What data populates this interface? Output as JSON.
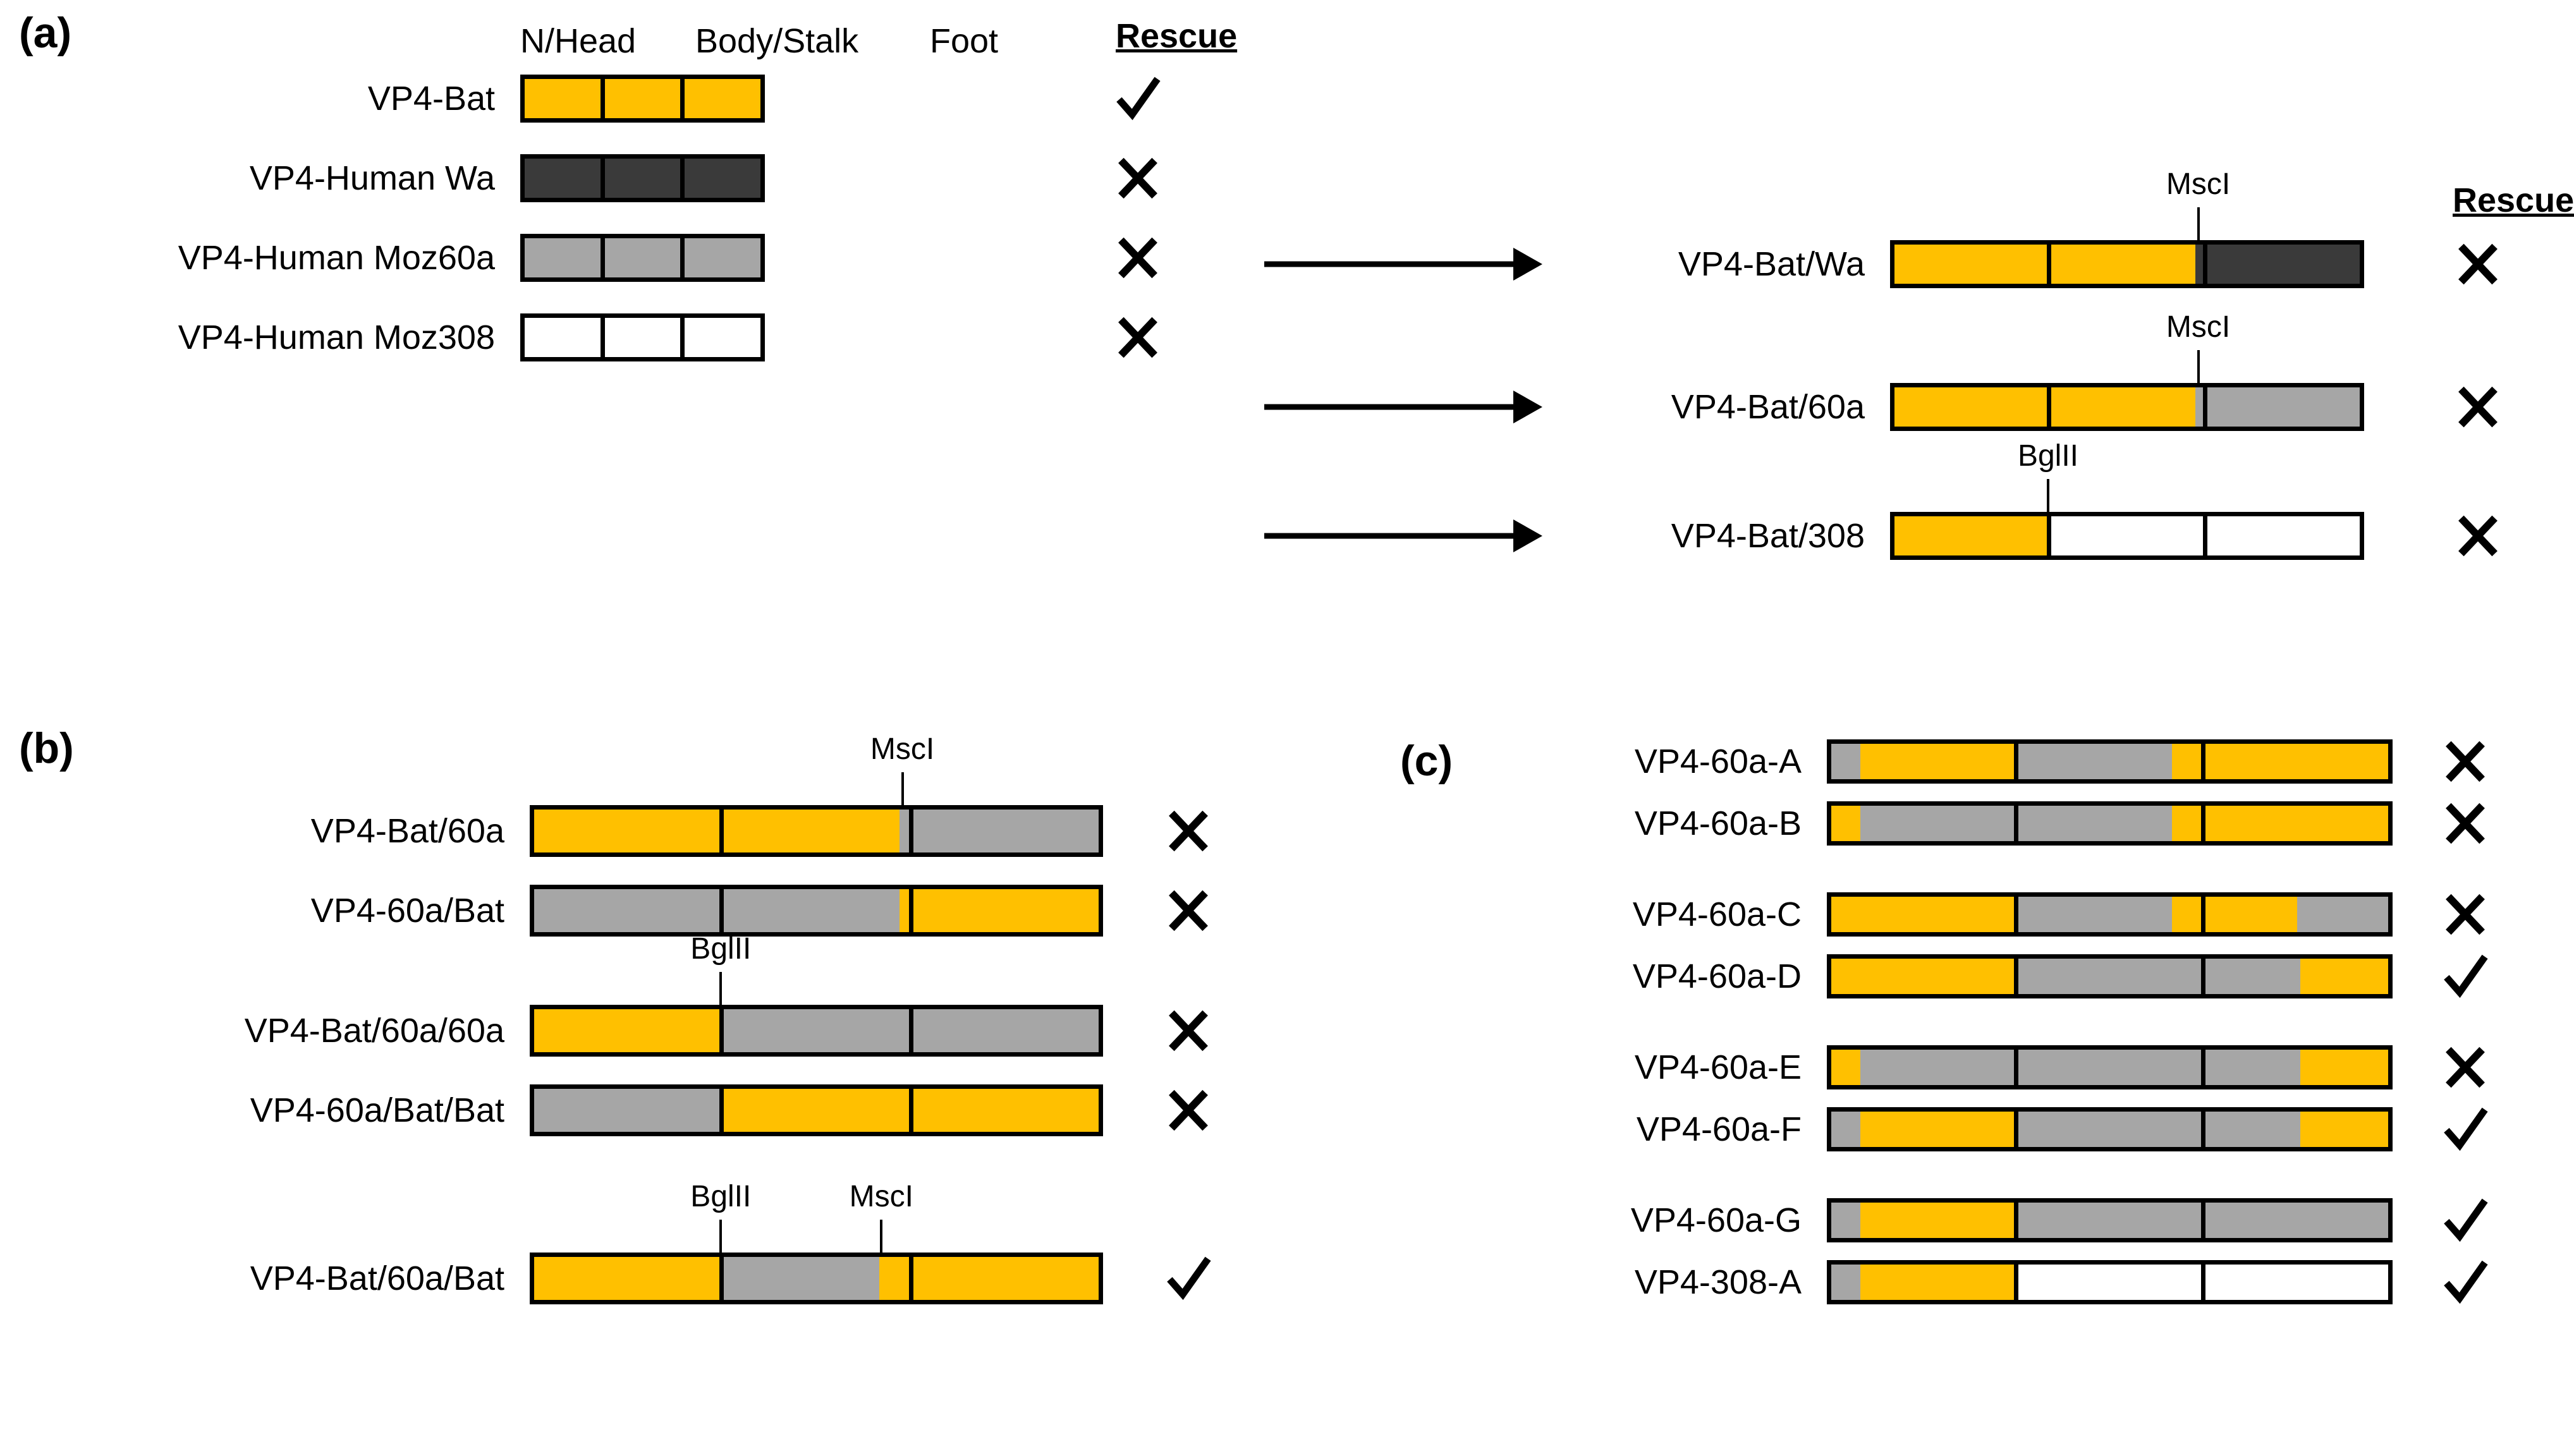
{
  "figure": {
    "colors": {
      "bat_yellow": "#FFC000",
      "human_wa_dark": "#3A3A3A",
      "moz60a_gray": "#A6A6A6",
      "moz308_white": "#FFFFFF",
      "outline": "#000000"
    },
    "marks": {
      "rescue_yes": "check-mark",
      "rescue_no": "cross-mark"
    }
  },
  "panel_a": {
    "letter": "(a)",
    "domain_headers": [
      "N/Head",
      "Body/Stalk",
      "Foot"
    ],
    "rescue_header_left": "Rescue",
    "rescue_header_right": "Rescue",
    "left_rows": [
      {
        "label": "VP4-Bat",
        "rescue": "✓",
        "segments": [
          [
            [
              "bat_yellow",
              100
            ]
          ],
          [
            [
              "bat_yellow",
              100
            ]
          ],
          [
            [
              "bat_yellow",
              100
            ]
          ]
        ]
      },
      {
        "label": "VP4-Human Wa",
        "rescue": "✕",
        "segments": [
          [
            [
              "human_wa_dark",
              100
            ]
          ],
          [
            [
              "human_wa_dark",
              100
            ]
          ],
          [
            [
              "human_wa_dark",
              100
            ]
          ]
        ]
      },
      {
        "label": "VP4-Human Moz60a",
        "rescue": "✕",
        "segments": [
          [
            [
              "moz60a_gray",
              100
            ]
          ],
          [
            [
              "moz60a_gray",
              100
            ]
          ],
          [
            [
              "moz60a_gray",
              100
            ]
          ]
        ]
      },
      {
        "label": "VP4-Human Moz308",
        "rescue": "✕",
        "segments": [
          [
            [
              "moz308_white",
              100
            ]
          ],
          [
            [
              "moz308_white",
              100
            ]
          ],
          [
            [
              "moz308_white",
              100
            ]
          ]
        ]
      }
    ],
    "right_rows": [
      {
        "label": "VP4-Bat/Wa",
        "rescue": "✕",
        "site": "MscI",
        "site_segment": 1,
        "site_pos_pct": 95,
        "segments": [
          [
            [
              "bat_yellow",
              100
            ]
          ],
          [
            [
              "bat_yellow",
              95
            ],
            [
              "human_wa_dark",
              5
            ]
          ],
          [
            [
              "human_wa_dark",
              100
            ]
          ]
        ]
      },
      {
        "label": "VP4-Bat/60a",
        "rescue": "✕",
        "site": "MscI",
        "site_segment": 1,
        "site_pos_pct": 95,
        "segments": [
          [
            [
              "bat_yellow",
              100
            ]
          ],
          [
            [
              "bat_yellow",
              95
            ],
            [
              "moz60a_gray",
              5
            ]
          ],
          [
            [
              "moz60a_gray",
              100
            ]
          ]
        ]
      },
      {
        "label": "VP4-Bat/308",
        "rescue": "✕",
        "site": "BglII",
        "site_segment": 0,
        "site_pos_pct": 100,
        "segments": [
          [
            [
              "bat_yellow",
              100
            ]
          ],
          [
            [
              "moz308_white",
              100
            ]
          ],
          [
            [
              "moz308_white",
              100
            ]
          ]
        ]
      }
    ]
  },
  "panel_b": {
    "letter": "(b)",
    "rows": [
      {
        "label": "VP4-Bat/60a",
        "rescue": "✕",
        "sites": [
          {
            "name": "MscI",
            "segment": 1,
            "pos_pct": 95
          }
        ],
        "segments": [
          [
            [
              "bat_yellow",
              100
            ]
          ],
          [
            [
              "bat_yellow",
              95
            ],
            [
              "moz60a_gray",
              5
            ]
          ],
          [
            [
              "moz60a_gray",
              100
            ]
          ]
        ],
        "group": 1
      },
      {
        "label": "VP4-60a/Bat",
        "rescue": "✕",
        "sites": [],
        "segments": [
          [
            [
              "moz60a_gray",
              100
            ]
          ],
          [
            [
              "moz60a_gray",
              95
            ],
            [
              "bat_yellow",
              5
            ]
          ],
          [
            [
              "bat_yellow",
              100
            ]
          ]
        ],
        "group": 1
      },
      {
        "label": "VP4-Bat/60a/60a",
        "rescue": "✕",
        "sites": [
          {
            "name": "BglII",
            "segment": 0,
            "pos_pct": 100
          }
        ],
        "segments": [
          [
            [
              "bat_yellow",
              100
            ]
          ],
          [
            [
              "moz60a_gray",
              100
            ]
          ],
          [
            [
              "moz60a_gray",
              100
            ]
          ]
        ],
        "group": 2
      },
      {
        "label": "VP4-60a/Bat/Bat",
        "rescue": "✕",
        "sites": [],
        "segments": [
          [
            [
              "moz60a_gray",
              100
            ]
          ],
          [
            [
              "bat_yellow",
              100
            ]
          ],
          [
            [
              "bat_yellow",
              100
            ]
          ]
        ],
        "group": 2
      },
      {
        "label": "VP4-Bat/60a/Bat",
        "rescue": "✓",
        "sites": [
          {
            "name": "BglII",
            "segment": 0,
            "pos_pct": 100
          },
          {
            "name": "MscI",
            "segment": 1,
            "pos_pct": 84
          }
        ],
        "segments": [
          [
            [
              "bat_yellow",
              100
            ]
          ],
          [
            [
              "moz60a_gray",
              84
            ],
            [
              "bat_yellow",
              16
            ]
          ],
          [
            [
              "bat_yellow",
              100
            ]
          ]
        ],
        "group": 3
      }
    ]
  },
  "panel_c": {
    "letter": "(c)",
    "rows": [
      {
        "label": "VP4-60a-A",
        "rescue": "✕",
        "group": 1,
        "segments": [
          [
            [
              "moz60a_gray",
              16
            ],
            [
              "bat_yellow",
              84
            ]
          ],
          [
            [
              "moz60a_gray",
              84
            ],
            [
              "bat_yellow",
              16
            ]
          ],
          [
            [
              "bat_yellow",
              100
            ]
          ]
        ]
      },
      {
        "label": "VP4-60a-B",
        "rescue": "✕",
        "group": 1,
        "segments": [
          [
            [
              "bat_yellow",
              16
            ],
            [
              "moz60a_gray",
              84
            ]
          ],
          [
            [
              "moz60a_gray",
              84
            ],
            [
              "bat_yellow",
              16
            ]
          ],
          [
            [
              "bat_yellow",
              100
            ]
          ]
        ]
      },
      {
        "label": "VP4-60a-C",
        "rescue": "✕",
        "group": 2,
        "segments": [
          [
            [
              "bat_yellow",
              100
            ]
          ],
          [
            [
              "moz60a_gray",
              84
            ],
            [
              "bat_yellow",
              16
            ]
          ],
          [
            [
              "bat_yellow",
              50
            ],
            [
              "moz60a_gray",
              50
            ]
          ]
        ]
      },
      {
        "label": "VP4-60a-D",
        "rescue": "✓",
        "group": 2,
        "segments": [
          [
            [
              "bat_yellow",
              100
            ]
          ],
          [
            [
              "moz60a_gray",
              100
            ]
          ],
          [
            [
              "moz60a_gray",
              52
            ],
            [
              "bat_yellow",
              48
            ]
          ]
        ]
      },
      {
        "label": "VP4-60a-E",
        "rescue": "✕",
        "group": 3,
        "segments": [
          [
            [
              "bat_yellow",
              16
            ],
            [
              "moz60a_gray",
              84
            ]
          ],
          [
            [
              "moz60a_gray",
              100
            ]
          ],
          [
            [
              "moz60a_gray",
              52
            ],
            [
              "bat_yellow",
              48
            ]
          ]
        ]
      },
      {
        "label": "VP4-60a-F",
        "rescue": "✓",
        "group": 3,
        "segments": [
          [
            [
              "moz60a_gray",
              16
            ],
            [
              "bat_yellow",
              84
            ]
          ],
          [
            [
              "moz60a_gray",
              100
            ]
          ],
          [
            [
              "moz60a_gray",
              52
            ],
            [
              "bat_yellow",
              48
            ]
          ]
        ]
      },
      {
        "label": "VP4-60a-G",
        "rescue": "✓",
        "group": 4,
        "segments": [
          [
            [
              "moz60a_gray",
              16
            ],
            [
              "bat_yellow",
              84
            ]
          ],
          [
            [
              "moz60a_gray",
              100
            ]
          ],
          [
            [
              "moz60a_gray",
              100
            ]
          ]
        ]
      },
      {
        "label": "VP4-308-A",
        "rescue": "✓",
        "group": 4,
        "segments": [
          [
            [
              "moz60a_gray",
              16
            ],
            [
              "bat_yellow",
              84
            ]
          ],
          [
            [
              "moz308_white",
              100
            ]
          ],
          [
            [
              "moz308_white",
              100
            ]
          ]
        ]
      }
    ]
  }
}
